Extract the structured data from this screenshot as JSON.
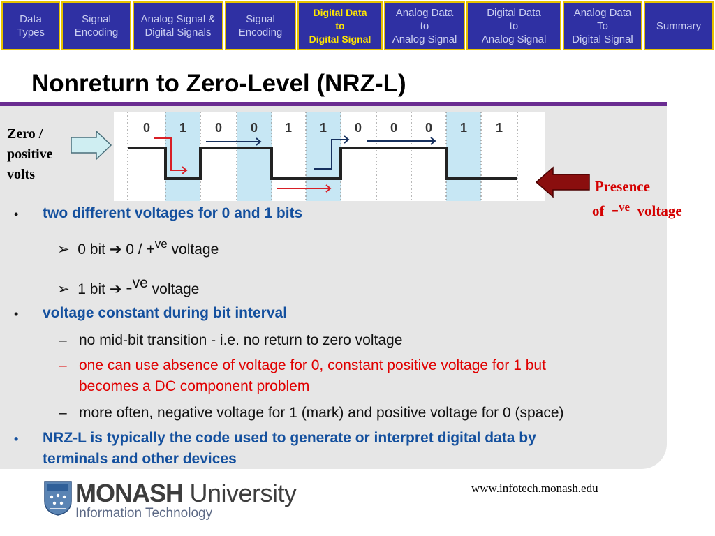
{
  "nav": {
    "tabs": [
      {
        "lines": [
          "Data",
          "Types"
        ],
        "active": false
      },
      {
        "lines": [
          "Signal",
          "Encoding"
        ],
        "active": false
      },
      {
        "lines": [
          "Analog Signal &",
          "Digital Signals"
        ],
        "active": false
      },
      {
        "lines": [
          "Signal",
          "Encoding"
        ],
        "active": false
      },
      {
        "lines": [
          "Digital Data",
          "to",
          "Digital Signal"
        ],
        "active": true
      },
      {
        "lines": [
          "Analog Data",
          "to",
          "Analog Signal"
        ],
        "active": false
      },
      {
        "lines": [
          "Digital Data",
          "to",
          "Analog Signal"
        ],
        "active": false
      },
      {
        "lines": [
          "Analog Data",
          "To",
          "Digital Signal"
        ],
        "active": false
      },
      {
        "lines": [
          "Summary"
        ],
        "active": false
      }
    ]
  },
  "slide": {
    "title": "Nonreturn to Zero-Level (NRZ-L)"
  },
  "diagram": {
    "left_label": [
      "Zero /",
      "positive",
      "volts"
    ],
    "bits": [
      "0",
      "1",
      "0",
      "0",
      "1",
      "1",
      "0",
      "0",
      "0",
      "1",
      "1"
    ],
    "presence_line1": "Presence",
    "presence_of": "of",
    "presence_minus": "-",
    "presence_sup": "ve",
    "presence_voltage": "voltage"
  },
  "bullets": {
    "b1": "two different voltages for 0 and 1 bits",
    "b1_s1_pre": "0 bit",
    "b1_s1_mid": "0 / +",
    "b1_s1_sup": "ve",
    "b1_s1_post": "voltage",
    "b1_s2_pre": "1 bit",
    "b1_s2_minus": "-",
    "b1_s2_sup": "ve",
    "b1_s2_post": "voltage",
    "b2": "voltage constant during bit interval",
    "b2_d1": "no mid-bit transition -  i.e. no return to zero voltage",
    "b2_d2_line1": "one can use absence of voltage for 0, constant positive voltage for 1 but",
    "b2_d2_line2": "becomes a DC component problem",
    "b2_d3": "more often, negative voltage for 1 (mark) and positive voltage  for 0 (space)",
    "b3_line1": "NRZ-L is typically the code used to generate or interpret digital data by",
    "b3_line2": "terminals and other devices"
  },
  "footer": {
    "logo_bold": "MONASH",
    "logo_rest": " University",
    "logo_sub": "Information Technology",
    "url": "www.infotech.monash.edu"
  },
  "colors": {
    "nav_bg": "#2f30a3",
    "nav_border": "#e6c200",
    "nav_active_text": "#ffe600",
    "title_rule": "#6a2c91",
    "bullet_blue": "#14509e",
    "emphasis_red": "#e00000"
  }
}
